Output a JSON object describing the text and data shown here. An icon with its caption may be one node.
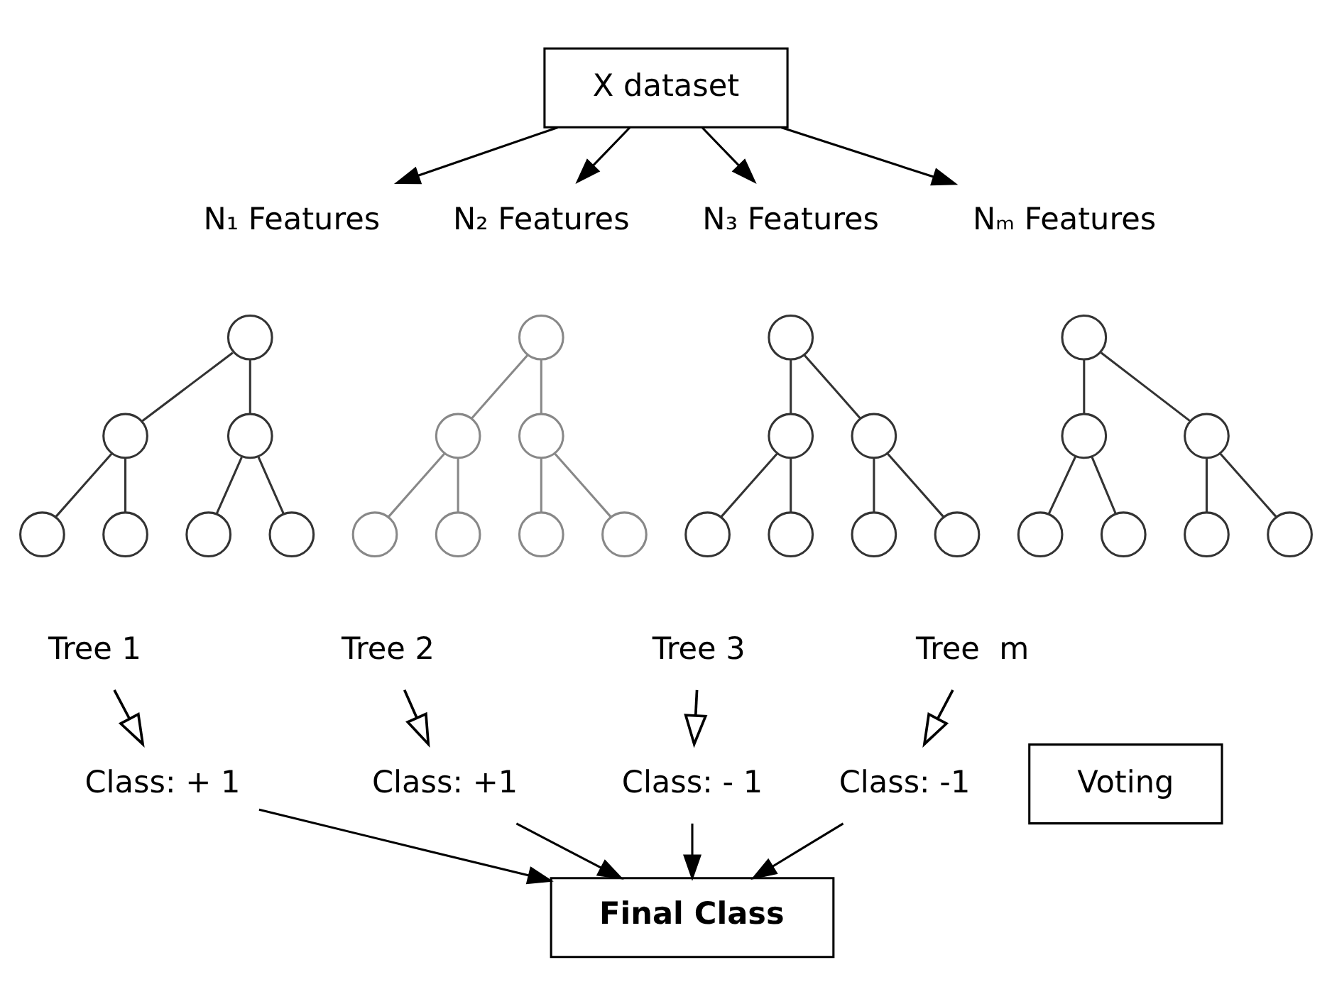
{
  "diagram": {
    "nodes": [
      {
        "text": [
          "X dataset"
        ]
      },
      {
        "text": [
          "N₁ Features"
        ]
      },
      {
        "text": [
          "N₂ Features"
        ]
      },
      {
        "text": [
          "N₃ Features"
        ]
      },
      {
        "text": [
          "Nₘ Features"
        ]
      },
      {
        "text": [],
        "shape": "circle"
      },
      {
        "text": [],
        "shape": "circle"
      },
      {
        "text": [],
        "shape": "circle"
      },
      {
        "text": [],
        "shape": "circle"
      },
      {
        "text": [],
        "shape": "circle"
      },
      {
        "text": [],
        "shape": "circle"
      },
      {
        "text": [],
        "shape": "circle"
      },
      {
        "text": [],
        "shape": "circle"
      },
      {
        "text": [],
        "shape": "circle"
      },
      {
        "text": [],
        "shape": "circle"
      },
      {
        "text": [],
        "shape": "circle"
      },
      {
        "text": [],
        "shape": "circle"
      },
      {
        "text": [],
        "shape": "circle"
      },
      {
        "text": [],
        "shape": "circle"
      },
      {
        "text": [],
        "shape": "circle"
      },
      {
        "text": [],
        "shape": "circle"
      },
      {
        "text": [],
        "shape": "circle"
      },
      {
        "text": [],
        "shape": "circle"
      },
      {
        "text": [],
        "shape": "circle"
      },
      {
        "text": [],
        "shape": "circle"
      },
      {
        "text": [],
        "shape": "circle"
      },
      {
        "text": [],
        "shape": "circle"
      },
      {
        "text": [],
        "shape": "circle"
      },
      {
        "text": [],
        "shape": "circle"
      },
      {
        "text": [],
        "shape": "circle"
      },
      {
        "text": [],
        "shape": "circle"
      },
      {
        "text": [],
        "shape": "circle"
      },
      {
        "text": [],
        "shape": "circle"
      },
      {
        "text": [
          "Tree 1"
        ]
      },
      {
        "text": [
          "Tree 2"
        ]
      },
      {
        "text": [
          "Tree 3"
        ]
      },
      {
        "text": [
          "Tree  m"
        ]
      },
      {
        "text": [
          "Class: + 1"
        ]
      },
      {
        "text": [
          "Class: +1"
        ]
      },
      {
        "text": [
          "Class: - 1"
        ]
      },
      {
        "text": [
          "Class: -1"
        ]
      },
      {
        "text": [
          "Voting"
        ]
      },
      {
        "text": [
          "Final Class"
        ]
      }
    ],
    "edges": [
      {
        "from": 0,
        "to": 1,
        "arrow": "to"
      },
      {
        "from": 0,
        "to": 2,
        "arrow": "to"
      },
      {
        "from": 0,
        "to": 3,
        "arrow": "to"
      },
      {
        "from": 0,
        "to": 4,
        "arrow": "to"
      },
      {
        "from": 5,
        "to": 6,
        "arrow": "none"
      },
      {
        "from": 5,
        "to": 7,
        "arrow": "none"
      },
      {
        "from": 6,
        "to": 8,
        "arrow": "none"
      },
      {
        "from": 6,
        "to": 9,
        "arrow": "none"
      },
      {
        "from": 7,
        "to": 10,
        "arrow": "none"
      },
      {
        "from": 7,
        "to": 11,
        "arrow": "none"
      },
      {
        "from": 12,
        "to": 13,
        "arrow": "none"
      },
      {
        "from": 12,
        "to": 14,
        "arrow": "none"
      },
      {
        "from": 13,
        "to": 15,
        "arrow": "none"
      },
      {
        "from": 13,
        "to": 16,
        "arrow": "none"
      },
      {
        "from": 14,
        "to": 17,
        "arrow": "none"
      },
      {
        "from": 14,
        "to": 18,
        "arrow": "none"
      },
      {
        "from": 19,
        "to": 20,
        "arrow": "none"
      },
      {
        "from": 19,
        "to": 21,
        "arrow": "none"
      },
      {
        "from": 20,
        "to": 22,
        "arrow": "none"
      },
      {
        "from": 20,
        "to": 23,
        "arrow": "none"
      },
      {
        "from": 21,
        "to": 24,
        "arrow": "none"
      },
      {
        "from": 21,
        "to": 25,
        "arrow": "none"
      },
      {
        "from": 26,
        "to": 27,
        "arrow": "none"
      },
      {
        "from": 26,
        "to": 28,
        "arrow": "none"
      },
      {
        "from": 27,
        "to": 29,
        "arrow": "none"
      },
      {
        "from": 27,
        "to": 30,
        "arrow": "none"
      },
      {
        "from": 28,
        "to": 31,
        "arrow": "none"
      },
      {
        "from": 28,
        "to": 32,
        "arrow": "none"
      },
      {
        "from": 33,
        "to": 37,
        "arrow": "to"
      },
      {
        "from": 34,
        "to": 38,
        "arrow": "to"
      },
      {
        "from": 35,
        "to": 39,
        "arrow": "to"
      },
      {
        "from": 36,
        "to": 40,
        "arrow": "to"
      },
      {
        "from": 37,
        "to": 42,
        "arrow": "to"
      },
      {
        "from": 38,
        "to": 42,
        "arrow": "to"
      },
      {
        "from": 39,
        "to": 42,
        "arrow": "to"
      },
      {
        "from": 40,
        "to": 42,
        "arrow": "to"
      }
    ]
  }
}
